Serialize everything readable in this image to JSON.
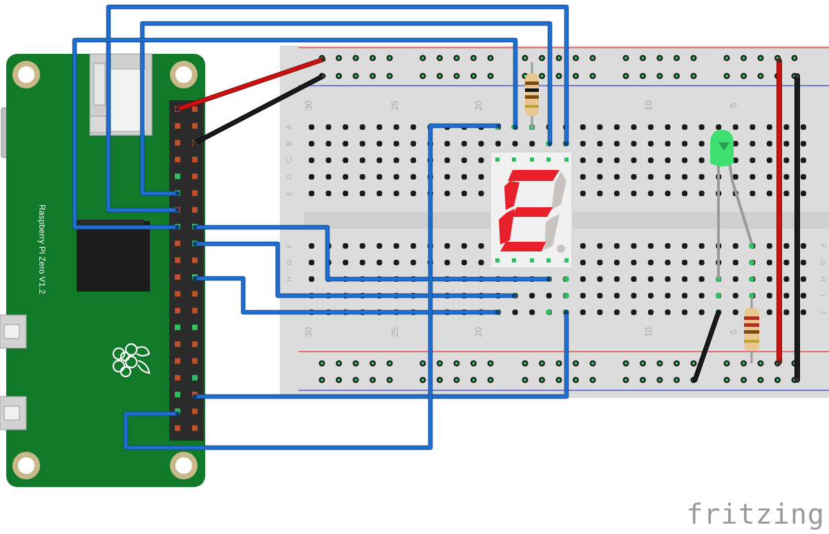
{
  "board": {
    "name": "Raspberry Pi Zero V1.2"
  },
  "breadboard": {
    "column_numbers": [
      "30",
      "25",
      "20",
      "10",
      "5"
    ],
    "row_letters_top": [
      "A",
      "B",
      "C",
      "D",
      "E"
    ],
    "row_letters_bottom": [
      "F",
      "G",
      "H",
      "I",
      "J"
    ]
  },
  "display": {
    "shown_character": "E",
    "segment_on_color": "#e8202a",
    "segment_off_color": "#c9c3c0"
  },
  "colors": {
    "pcb_green": "#117a2a",
    "wire_blue": "#1e6fd0",
    "wire_red": "#cc1111",
    "wire_black": "#1a1a1a",
    "led_green": "#3de070",
    "rail_red": "#e03030",
    "rail_blue": "#3040d0"
  },
  "watermark": "fritzing"
}
